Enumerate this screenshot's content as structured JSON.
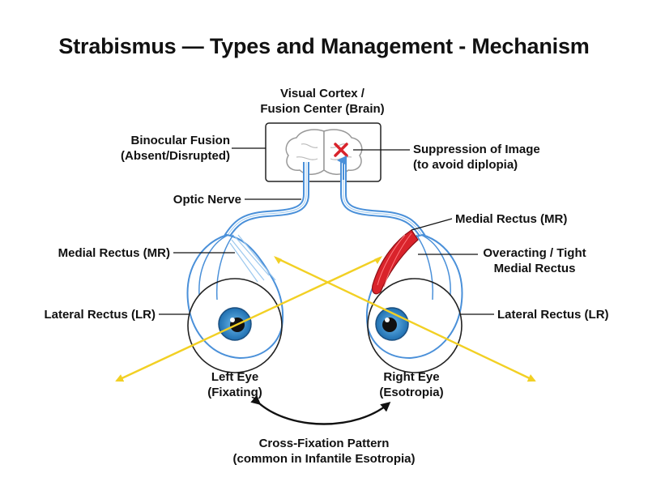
{
  "title": "Strabismus — Types and Management - Mechanism",
  "labels": {
    "visual_cortex": [
      "Visual Cortex /",
      "Fusion Center (Brain)"
    ],
    "binocular_fusion": [
      "Binocular Fusion",
      "(Absent/Disrupted)"
    ],
    "suppression": [
      "Suppression of Image",
      "(to avoid diplopia)"
    ],
    "optic_nerve": "Optic Nerve",
    "medial_rectus_left": "Medial Rectus (MR)",
    "lateral_rectus_left": "Lateral Rectus (LR)",
    "medial_rectus_right": "Medial Rectus (MR)",
    "overacting": [
      "Overacting / Tight",
      "Medial Rectus"
    ],
    "lateral_rectus_right": "Lateral Rectus (LR)",
    "left_eye": [
      "Left Eye",
      "(Fixating)"
    ],
    "right_eye": [
      "Right Eye",
      "(Esotropia)"
    ],
    "cross_fixation": [
      "Cross-Fixation Pattern",
      "(common in Infantile Esotropia)"
    ]
  },
  "colors": {
    "nerve_blue": "#4a90d9",
    "iris_blue": "#2f86c9",
    "muscle_red": "#d9232b",
    "gaze_yellow": "#f2d024",
    "suppression_x": "#d9232b"
  },
  "icons": [
    "brain-icon",
    "suppression-x-icon",
    "left-eye-icon",
    "right-eye-icon"
  ]
}
